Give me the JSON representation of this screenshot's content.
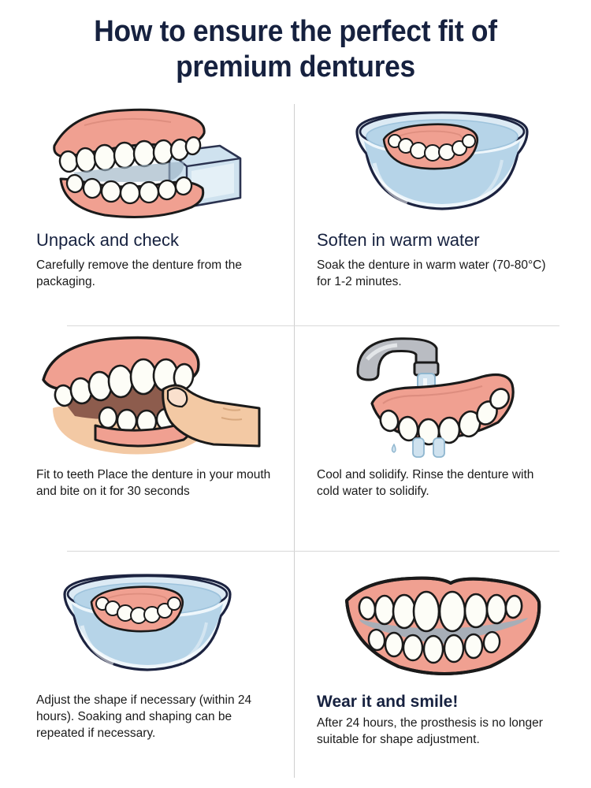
{
  "title": {
    "line1": "How to ensure the perfect fit of",
    "line2": "premium dentures",
    "color": "#16213f"
  },
  "palette": {
    "title_navy": "#16213f",
    "heading_navy": "#16213f",
    "body_text": "#1a1a1a",
    "gum_pink": "#f0a091",
    "gum_pink_dark": "#e08e80",
    "tooth_white": "#fdfdf7",
    "tooth_shadow": "#e8e8e0",
    "water_blue": "#b6d4e8",
    "glass_blue": "#cfe2ef",
    "outline_navy": "#1c2340",
    "outline_black": "#1a1a1a",
    "faucet_gray": "#b9bcc2",
    "skin": "#f3c9a4",
    "mouth_interior": "#8d5c4d",
    "divider_gray": "#d8d8d8"
  },
  "steps": [
    {
      "index": 1,
      "illustration": "denture-set-with-package-icon",
      "heading": "Unpack and check",
      "heading_style": "regular",
      "body": "Carefully remove the denture from the packaging."
    },
    {
      "index": 2,
      "illustration": "denture-in-bowl-of-warm-water-icon",
      "heading": "Soften in warm water",
      "heading_style": "regular",
      "body": "Soak the denture in warm water (70-80°C) for 1-2 minutes."
    },
    {
      "index": 3,
      "illustration": "mouth-with-finger-pressing-teeth-icon",
      "heading": "",
      "heading_style": "none",
      "body": "Fit to teeth Place the denture in your mouth and bite on it for 30 seconds"
    },
    {
      "index": 4,
      "illustration": "faucet-rinsing-denture-icon",
      "heading": "",
      "heading_style": "none",
      "body": "Cool and solidify. Rinse the denture with cold water to solidify."
    },
    {
      "index": 5,
      "illustration": "denture-in-bowl-of-cold-water-icon",
      "heading": "",
      "heading_style": "none",
      "body": "Adjust the shape if necessary (within 24 hours). Soaking and shaping can be repeated if necessary."
    },
    {
      "index": 6,
      "illustration": "smiling-mouth-full-teeth-icon",
      "heading": "Wear it and smile!",
      "heading_style": "bold",
      "body": "After 24 hours, the prosthesis is no longer suitable for shape adjustment."
    }
  ]
}
